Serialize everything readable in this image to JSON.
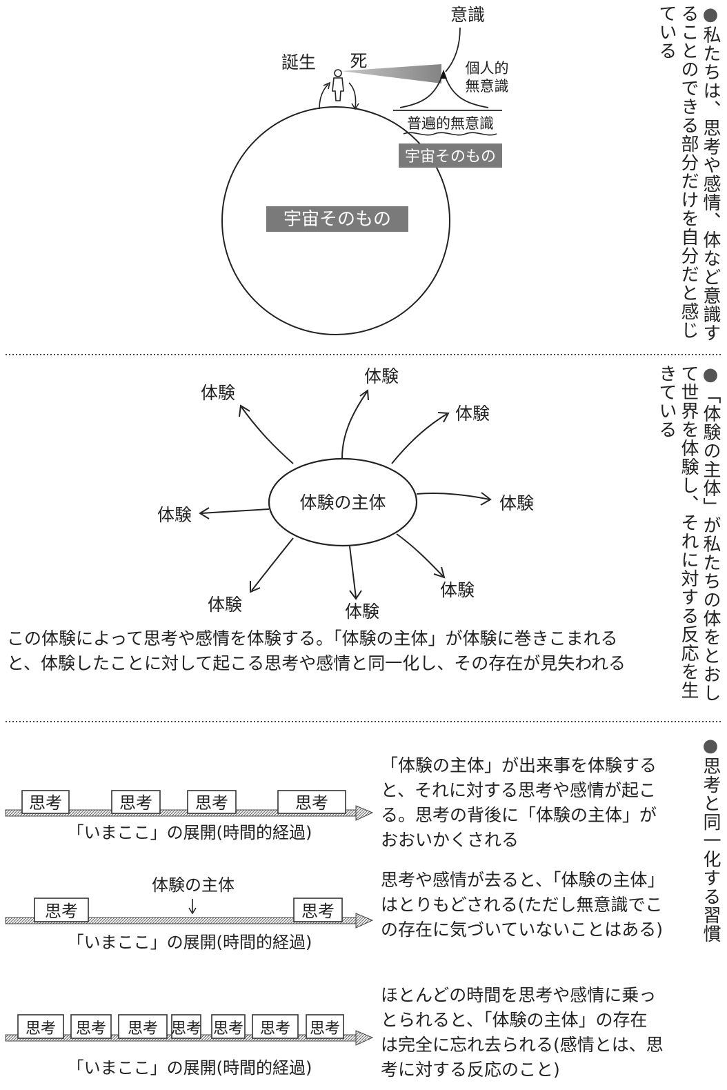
{
  "section1": {
    "bullet": "●",
    "side_text": "私たちは、思考や感情、体など意識することのできる部分だけを自分だと感じている",
    "label_birth": "誕生",
    "label_death": "死",
    "label_consciousness": "意識",
    "label_personal_unconscious": "個人的無意識",
    "label_personal_line1": "個人的",
    "label_personal_line2": "無意識",
    "label_universal_unconscious": "普遍的無意識",
    "label_universe_small": "宇宙そのもの",
    "label_universe_large": "宇宙そのもの"
  },
  "section2": {
    "bullet": "●",
    "side_text": "「体験の主体」が私たちの体をとおして世界を体験し、それに対する反応を生きている",
    "center_label": "体験の主体",
    "arrow_label": "体験",
    "paragraph": "この体験によって思考や感情を体験する。「体験の主体」が体験に巻きこまれると、体験したことに対して起こる思考や感情と同一化し、その存在が見失われる"
  },
  "section3": {
    "bullet": "●",
    "side_text": "思考と同一化する習慣",
    "box_label": "思考",
    "timeline_caption": "「いまここ」の展開(時間的経過)",
    "subject_label": "体験の主体",
    "descriptions": [
      "「体験の主体」が出来事を体験すると、それに対する思考や感情が起こる。思考の背後に「体験の主体」がおおいかくされる",
      "思考や感情が去ると、「体験の主体」はとりもどされる(ただし無意識でこの存在に気づいていないことはある)",
      "ほとんどの時間を思考や感情に乗っとられると、「体験の主体」の存在は完全に忘れ去られる(感情とは、思考に対する反応のこと)"
    ]
  }
}
